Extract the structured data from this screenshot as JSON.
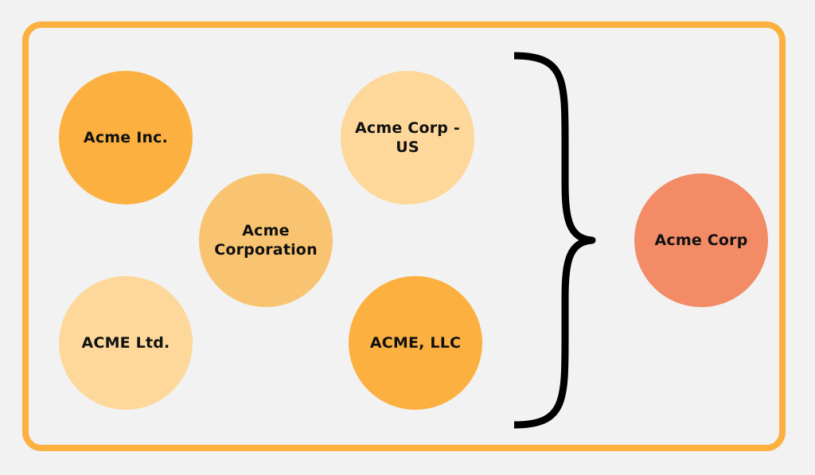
{
  "colors": {
    "frame": "#fbb040",
    "background": "#f2f2f2",
    "dark_orange": "#fbb040",
    "medium_orange": "#f8c471",
    "light_orange": "#fdd89a",
    "salmon": "#f28b66",
    "brace": "#000000"
  },
  "variants": [
    {
      "label": "Acme Inc.",
      "color": "#fbb040"
    },
    {
      "label": "Acme Corporation",
      "color": "#f8c471"
    },
    {
      "label": "ACME Ltd.",
      "color": "#fdd89a"
    },
    {
      "label": "Acme Corp - US",
      "color": "#fdd89a"
    },
    {
      "label": "ACME, LLC",
      "color": "#fbb040"
    }
  ],
  "result": {
    "label": "Acme Corp",
    "color": "#f28b66"
  }
}
